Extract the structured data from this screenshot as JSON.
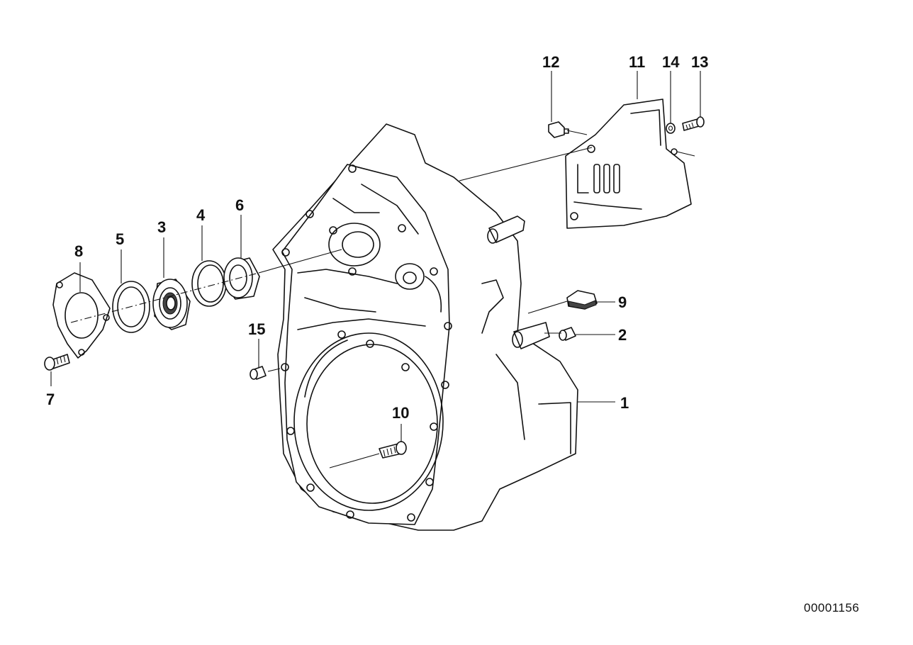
{
  "callouts": {
    "c1": "1",
    "c2": "2",
    "c3": "3",
    "c4": "4",
    "c5": "5",
    "c6": "6",
    "c7": "7",
    "c8": "8",
    "c9": "9",
    "c10": "10",
    "c11": "11",
    "c12": "12",
    "c13": "13",
    "c14": "14",
    "c15": "15"
  },
  "reference_code": "00001156"
}
